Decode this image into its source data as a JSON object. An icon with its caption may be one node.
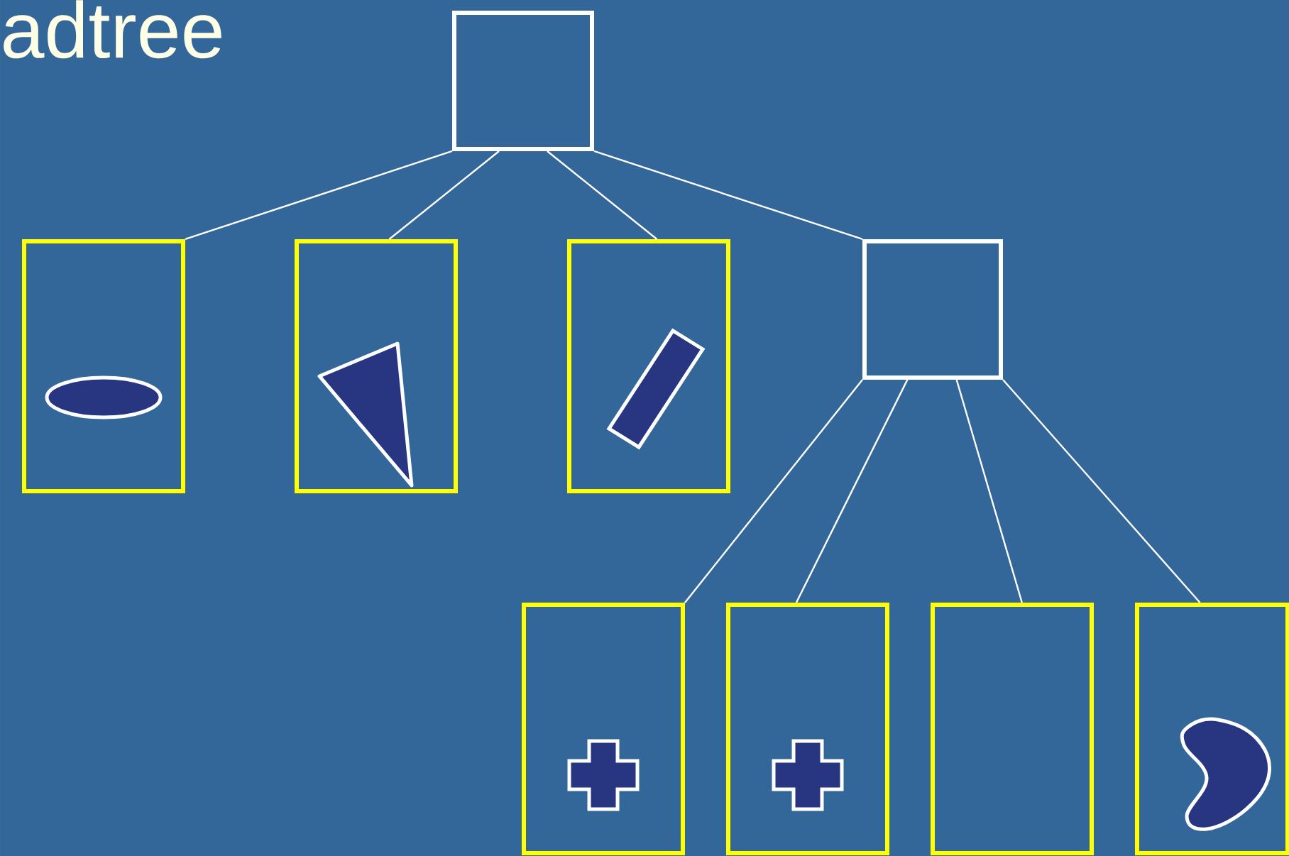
{
  "diagram": {
    "title": "adtree",
    "nodes": [
      {
        "text": [],
        "shape": "box"
      },
      {
        "text": [],
        "shape": "box"
      },
      {
        "text": [],
        "shape": "box"
      },
      {
        "text": [],
        "shape": "box"
      },
      {
        "text": [],
        "shape": "box"
      },
      {
        "text": [],
        "shape": "box"
      },
      {
        "text": [],
        "shape": "box"
      },
      {
        "text": [],
        "shape": "box"
      },
      {
        "text": [],
        "shape": "box"
      }
    ],
    "edges": [
      {
        "from": 0,
        "to": 1,
        "arrow": "none"
      },
      {
        "from": 0,
        "to": 2,
        "arrow": "none"
      },
      {
        "from": 0,
        "to": 3,
        "arrow": "none"
      },
      {
        "from": 0,
        "to": 4,
        "arrow": "none"
      },
      {
        "from": 4,
        "to": 5,
        "arrow": "none"
      },
      {
        "from": 4,
        "to": 6,
        "arrow": "none"
      },
      {
        "from": 4,
        "to": 7,
        "arrow": "none"
      },
      {
        "from": 4,
        "to": 8,
        "arrow": "none"
      }
    ]
  }
}
